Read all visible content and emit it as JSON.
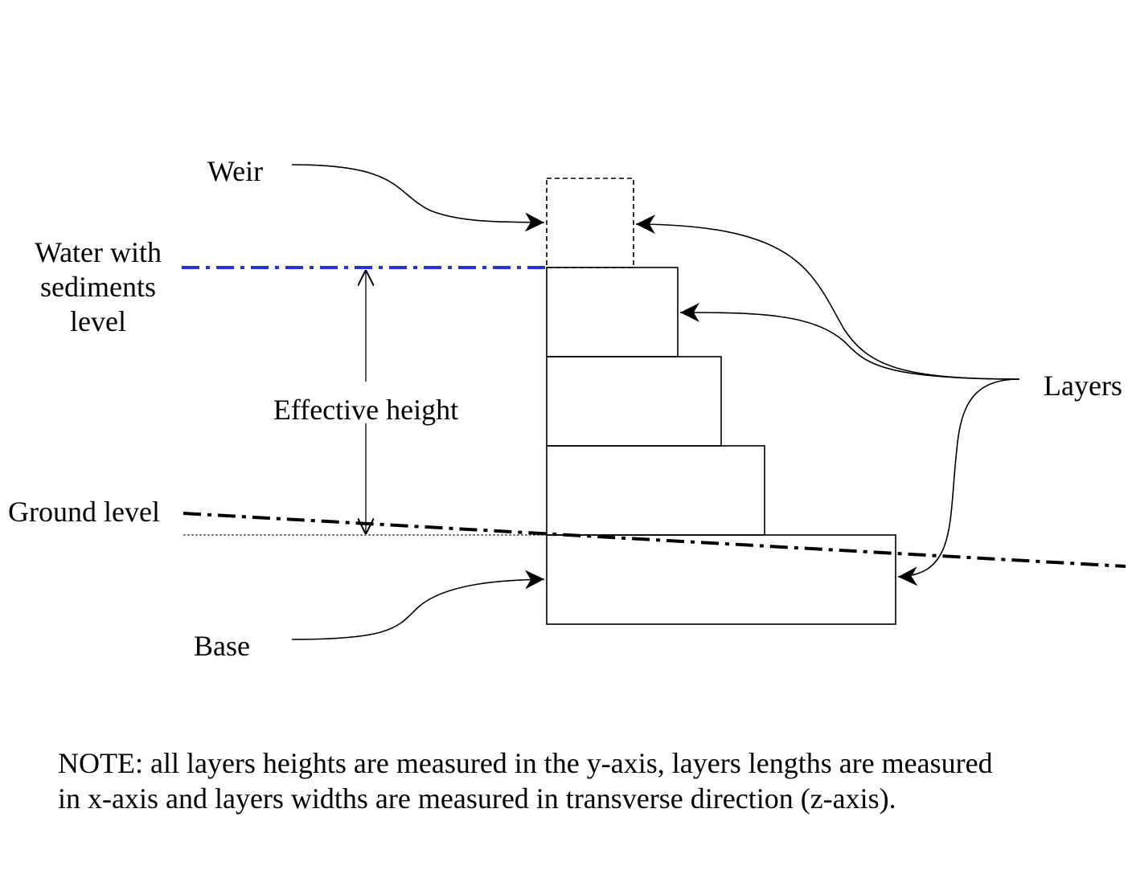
{
  "labels": {
    "weir": "Weir",
    "water_line1": "Water with",
    "water_line2": "sediments",
    "water_line3": "level",
    "effective_height": "Effective height",
    "ground_level": "Ground level",
    "layers": "Layers",
    "base": "Base"
  },
  "note": {
    "line1": "NOTE: all layers heights are measured in the y-axis, layers lengths are measured",
    "line2": "in x-axis and layers widths are measured in transverse direction (z-axis)."
  },
  "colors": {
    "water_level": "#2233dd",
    "ground_level": "#000000",
    "outline": "#000000"
  }
}
